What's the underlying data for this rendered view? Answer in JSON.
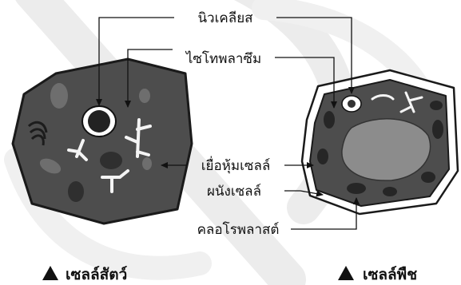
{
  "labels": {
    "nucleus": "นิวเคลียส",
    "cytoplasm": "ไซโทพลาซึม",
    "cell_membrane": "เยื่อหุ้มเซลล์",
    "cell_wall": "ผนังเซลล์",
    "chloroplast": "คลอโรพลาสต์"
  },
  "captions": {
    "animal_cell": "เซลล์สัตว์",
    "plant_cell": "เซลล์พืช"
  },
  "colors": {
    "cell_fill": "#4d4d4d",
    "organelle_fill": "#777777",
    "plant_vacuole": "#8a8a8a",
    "line": "#111111",
    "watermark": "#e9e9e9"
  }
}
